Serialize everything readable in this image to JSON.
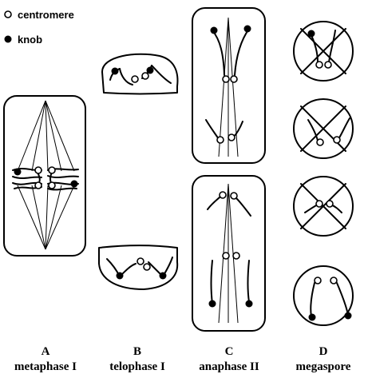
{
  "legend": {
    "centromere": "centromere",
    "knob": "knob"
  },
  "panels": [
    {
      "letter": "A",
      "stage": "metaphase I"
    },
    {
      "letter": "B",
      "stage": "telophase I"
    },
    {
      "letter": "C",
      "stage": "anaphase II"
    },
    {
      "letter": "D",
      "stage": "megaspore"
    }
  ]
}
